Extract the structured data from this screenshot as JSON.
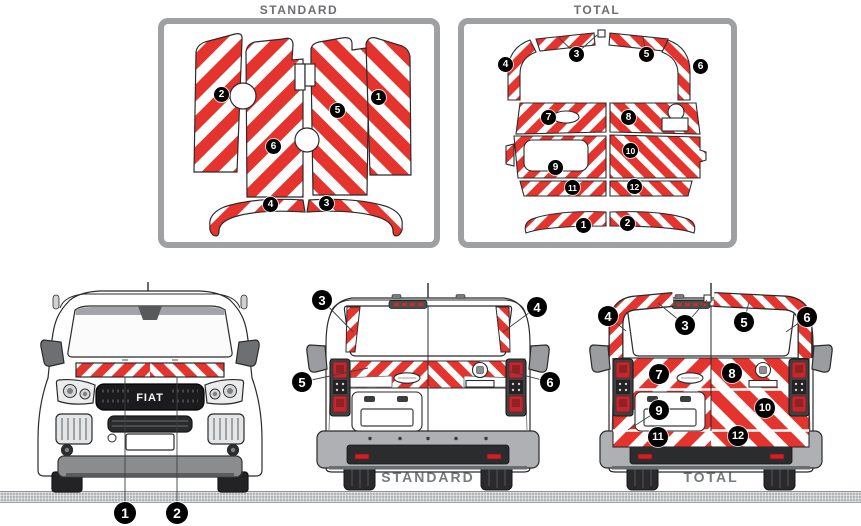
{
  "titles": {
    "standard_kit": "STANDARD",
    "total_kit": "TOTAL"
  },
  "view_labels": {
    "rear_standard": "STANDARD",
    "rear_total": "TOTAL"
  },
  "brand": {
    "grille_text": "FIAT"
  },
  "numbers": {
    "1": "1",
    "2": "2",
    "3": "3",
    "4": "4",
    "5": "5",
    "6": "6",
    "7": "7",
    "8": "8",
    "9": "9",
    "10": "10",
    "11": "11",
    "12": "12"
  },
  "kits": {
    "standard": {
      "title": "STANDARD",
      "pieces": [
        "1",
        "2",
        "3",
        "4",
        "5",
        "6"
      ]
    },
    "total": {
      "title": "TOTAL",
      "pieces": [
        "1",
        "2",
        "3",
        "4",
        "5",
        "6",
        "7",
        "8",
        "9",
        "10",
        "11",
        "12"
      ]
    }
  },
  "colors": {
    "stripe_red": "#e5332e",
    "panel_border": "#9ea0a3",
    "title_gray": "#6d6e71",
    "ground_gray": "#b2b4b6",
    "line_dark": "#2b2b2b",
    "badge_bg": "#000000",
    "badge_text": "#ffffff"
  }
}
